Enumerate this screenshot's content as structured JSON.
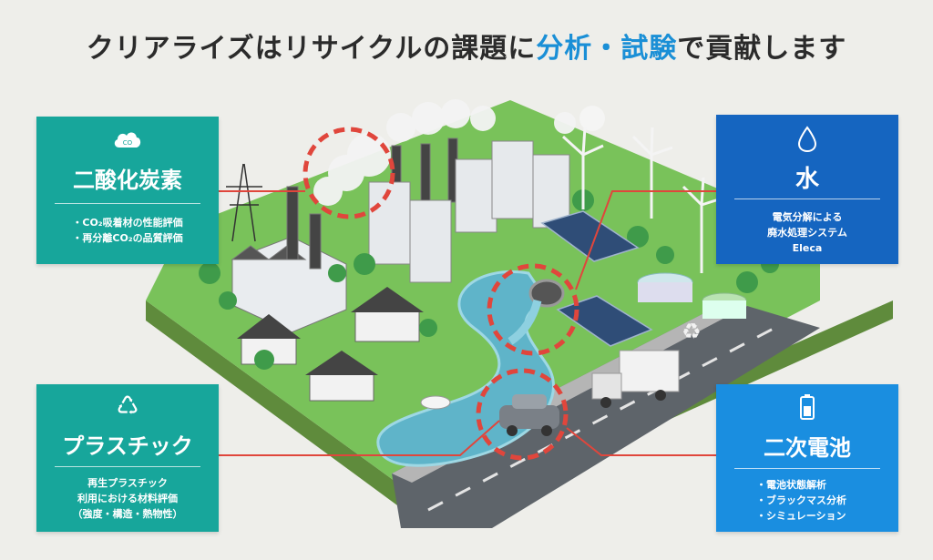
{
  "headline": {
    "part1": "クリアライズはリサイクルの課題に",
    "highlight1": "分析",
    "separator": "・",
    "highlight2": "試験",
    "part2": "で貢献します"
  },
  "cards": {
    "co2": {
      "icon_text": "CO",
      "title": "二酸化炭素",
      "items": [
        "・CO₂吸着材の性能評価",
        "・再分離CO₂の品質評価"
      ]
    },
    "plastic": {
      "title": "プラスチック",
      "items": [
        "再生プラスチック",
        "利用における材料評価",
        "（強度・構造・熱物性）"
      ]
    },
    "water": {
      "title": "水",
      "items": [
        "電気分解による",
        "廃水処理システム",
        "Eleca"
      ]
    },
    "battery": {
      "title": "二次電池",
      "items": [
        "・電池状態解析",
        "・ブラックマス分析",
        "・シミュレーション"
      ]
    }
  },
  "colors": {
    "teal": "#17a69b",
    "dark_blue": "#1565c0",
    "blue": "#1a8ee0",
    "highlight": "#1a8fd6",
    "connector": "#e0463c"
  }
}
